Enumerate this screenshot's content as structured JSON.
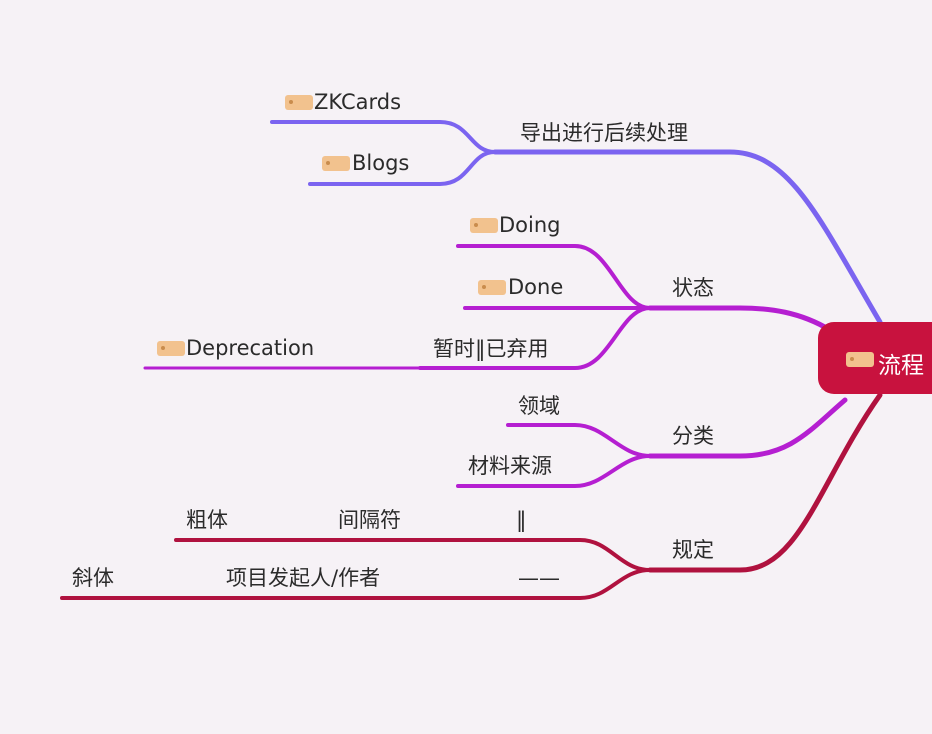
{
  "root": {
    "label": "流程"
  },
  "colors": {
    "branch_export": "#7b64f0",
    "branch_status": "#b51fd1",
    "branch_category": "#b51fd1",
    "branch_rules": "#b0123f",
    "root_fill": "#c8123e",
    "tag_fill": "#f2c28e"
  },
  "branches": {
    "export": {
      "label": "导出进行后续处理",
      "children": [
        "ZKCards",
        "Blogs"
      ]
    },
    "status": {
      "label": "状态",
      "children": [
        "Doing",
        "Done",
        "暂时‖已弃用"
      ],
      "grandchild": "Deprecation"
    },
    "category": {
      "label": "分类",
      "children": [
        "领域",
        "材料来源"
      ]
    },
    "rules": {
      "label": "规定",
      "rows": [
        {
          "symbol": "‖",
          "meaning": "间隔符",
          "style": "粗体"
        },
        {
          "symbol": "——",
          "meaning": "项目发起人/作者",
          "style": "斜体"
        }
      ]
    }
  },
  "icons": {
    "topic_tag": "tag-icon"
  }
}
